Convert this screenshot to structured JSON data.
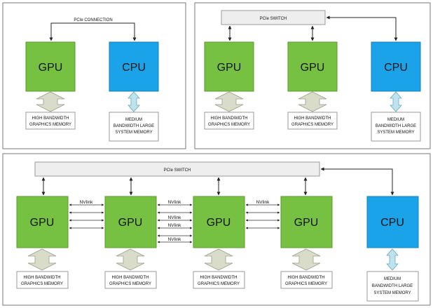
{
  "labels": {
    "gpu": "GPU",
    "cpu": "CPU",
    "pcie_connection": "PCIe CONNECTION",
    "pcie_switch": "PCIe SWITCH",
    "nvlink": "NVlink",
    "hbm_line1": "HIGH BANDWIDTH",
    "hbm_line2": "GRAPHICS MEMORY",
    "sysmem_line1": "MEDIUM",
    "sysmem_line2": "BANDWIDTH LARGE",
    "sysmem_line3": "SYSTEM MEMORY"
  },
  "colors": {
    "gpu": "#77c142",
    "cpu": "#1aa3e8",
    "switch": "#eeeeee"
  },
  "panels": [
    {
      "name": "pcie-direct",
      "gpus": 1,
      "cpus": 1,
      "interconnect": "PCIe CONNECTION"
    },
    {
      "name": "pcie-switch",
      "gpus": 2,
      "cpus": 1,
      "interconnect": "PCIe SWITCH"
    },
    {
      "name": "pcie-switch-nvlink",
      "gpus": 4,
      "cpus": 1,
      "interconnect": "PCIe SWITCH",
      "gpu_link": "NVlink"
    }
  ]
}
